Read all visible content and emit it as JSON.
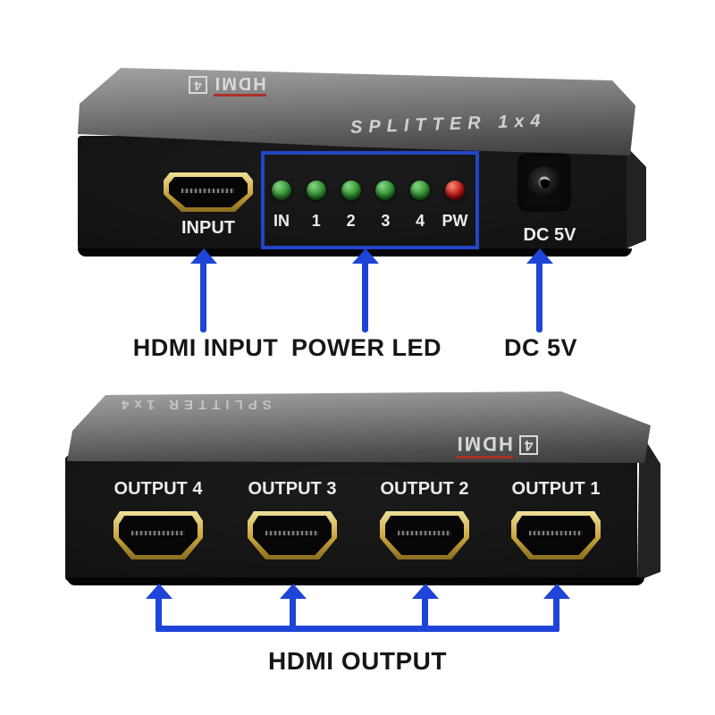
{
  "colors": {
    "arrow_blue": "#1e44d8",
    "led_box_blue": "#2346c8",
    "gold": "#c9a43c",
    "gold_light": "#efe09a",
    "led_green": "#2f9e2f",
    "led_red": "#c41414",
    "annotation_text": "#161616",
    "device_text": "#ececec"
  },
  "top_device": {
    "logo": {
      "badge": "4",
      "brand": "HDMI"
    },
    "edge_label": "SPLITTER 1x4",
    "input_port_label": "INPUT",
    "leds": [
      {
        "label": "IN",
        "color": "green"
      },
      {
        "label": "1",
        "color": "green"
      },
      {
        "label": "2",
        "color": "green"
      },
      {
        "label": "3",
        "color": "green"
      },
      {
        "label": "4",
        "color": "green"
      },
      {
        "label": "PW",
        "color": "red"
      }
    ],
    "dc_label": "DC 5V"
  },
  "top_annotations": [
    {
      "label": "HDMI INPUT"
    },
    {
      "label": "POWER LED"
    },
    {
      "label": "DC 5V"
    }
  ],
  "bottom_device": {
    "edge_label": "SPLITTER 1x4",
    "logo": {
      "badge": "4",
      "brand": "HDMI"
    },
    "port_labels": [
      "OUTPUT 4",
      "OUTPUT 3",
      "OUTPUT 2",
      "OUTPUT 1"
    ]
  },
  "bottom_annotation": {
    "label": "HDMI OUTPUT"
  }
}
